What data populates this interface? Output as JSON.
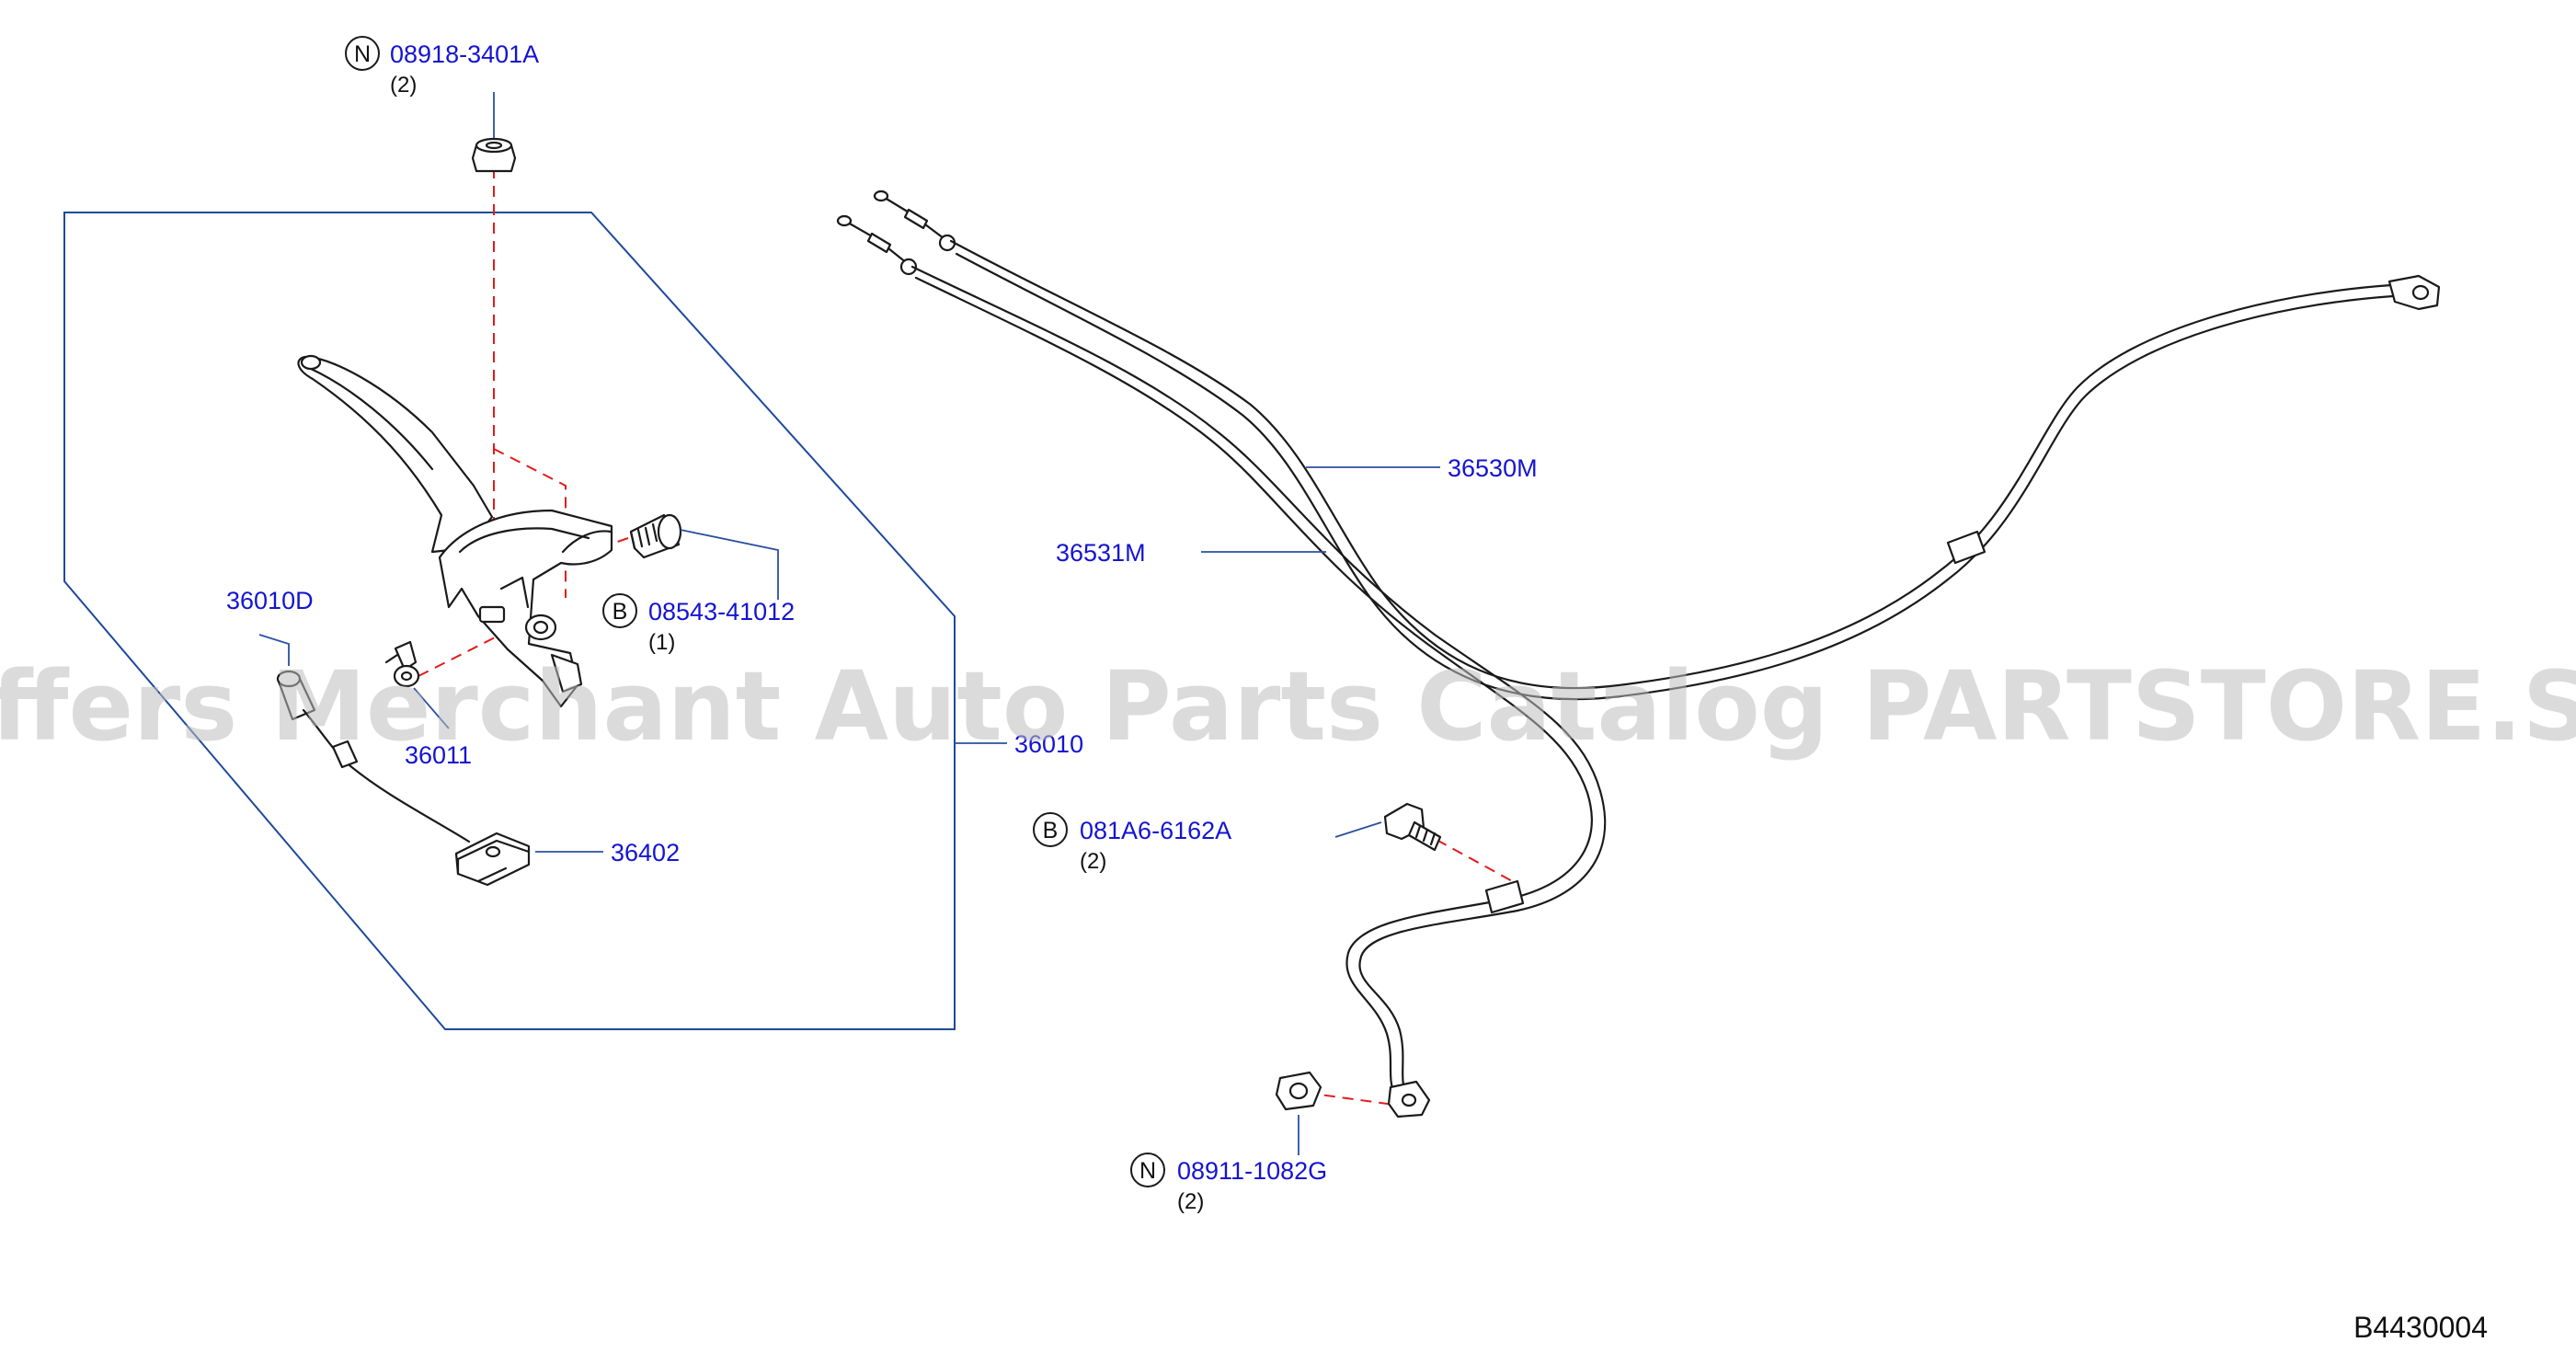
{
  "watermark": "Offers Merchant Auto Parts Catalog PARTSTORE.SA",
  "diagram_ref": "B4430004",
  "callouts": {
    "n1": {
      "symbol": "N",
      "part_no": "08918-3401A",
      "qty": "(2)"
    },
    "b1": {
      "symbol": "B",
      "part_no": "08543-41012",
      "qty": "(1)"
    },
    "b2": {
      "symbol": "B",
      "part_no": "081A6-6162A",
      "qty": "(2)"
    },
    "n2": {
      "symbol": "N",
      "part_no": "08911-1082G",
      "qty": "(2)"
    }
  },
  "parts": {
    "p36010D": "36010D",
    "p36011": "36011",
    "p36010": "36010",
    "p36402": "36402",
    "p36530M": "36530M",
    "p36531M": "36531M"
  },
  "colors": {
    "part_number_text": "#1414d2",
    "leader_lines": "#2a50a0",
    "dashed_guides": "#e21b1b",
    "linework": "#1a1a1a"
  }
}
